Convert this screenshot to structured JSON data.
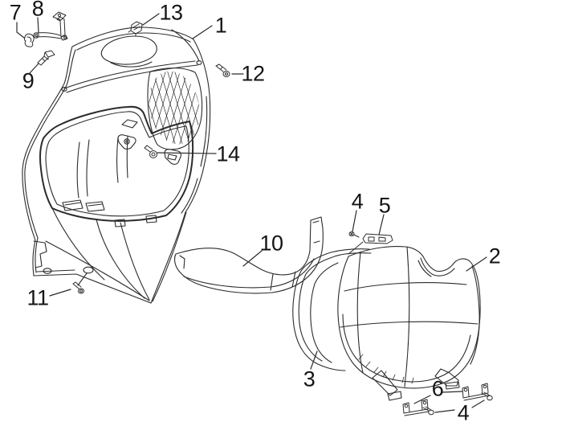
{
  "diagram": {
    "description": "Exploded parts diagram of a scooter front glove-box and leg shield assembly",
    "background_color": "#ffffff",
    "line_color": "#2b2b2b",
    "label_color": "#141414",
    "labels": [
      {
        "ref": "front-shield",
        "text": "1"
      },
      {
        "ref": "glovebox-door",
        "text": "2"
      },
      {
        "ref": "glovebox-body",
        "text": "3"
      },
      {
        "ref": "screw-upper",
        "text": "4"
      },
      {
        "ref": "latch-plate",
        "text": "5"
      },
      {
        "ref": "bottom-brackets",
        "text": "6"
      },
      {
        "ref": "screw-lower",
        "text": "4"
      },
      {
        "ref": "clip-hook",
        "text": "7"
      },
      {
        "ref": "support-bracket",
        "text": "8"
      },
      {
        "ref": "stud",
        "text": "9"
      },
      {
        "ref": "lower-spoiler",
        "text": "10"
      },
      {
        "ref": "screw-bottom-left",
        "text": "11"
      },
      {
        "ref": "screw-top-right",
        "text": "12"
      },
      {
        "ref": "top-clip",
        "text": "13"
      },
      {
        "ref": "screw-inner",
        "text": "14"
      }
    ]
  }
}
